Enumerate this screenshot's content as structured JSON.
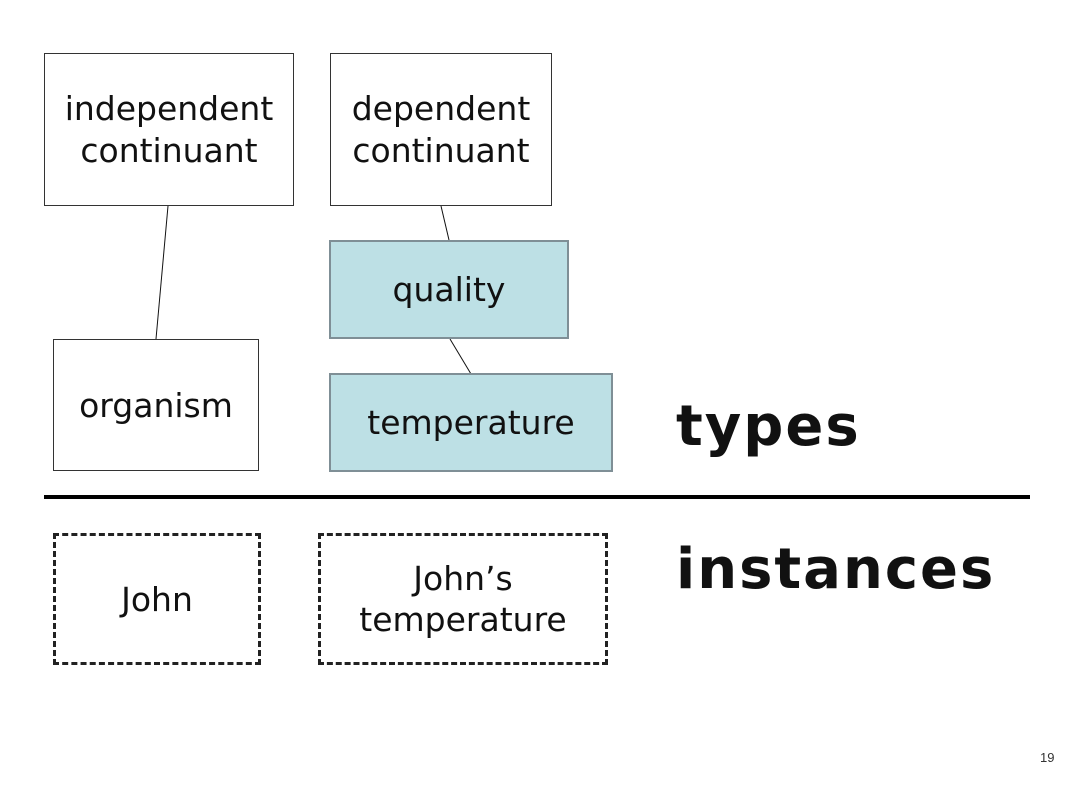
{
  "nodes": {
    "independent_continuant": "independent\ncontinuant",
    "dependent_continuant": "dependent\ncontinuant",
    "quality": "quality",
    "organism": "organism",
    "temperature": "temperature",
    "john": "John",
    "johns_temperature": "John’s\ntemperature"
  },
  "labels": {
    "types": "types",
    "instances": "instances"
  },
  "page_number": "19",
  "colors": {
    "type_highlight_fill": "#bde0e5",
    "type_highlight_border": "#7f8f96"
  }
}
